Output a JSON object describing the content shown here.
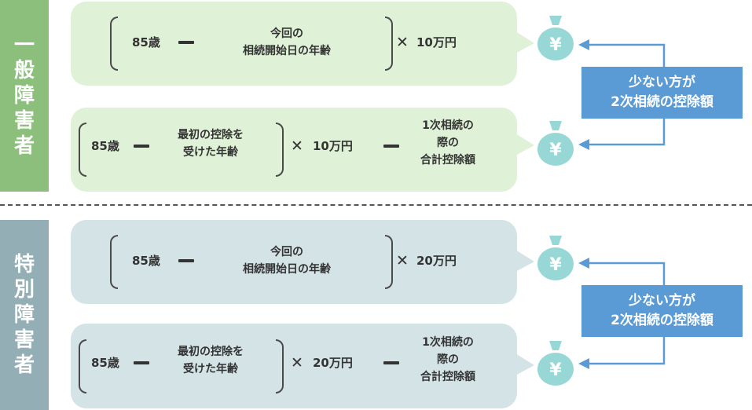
{
  "colors": {
    "general_tab": "#8cbf7c",
    "special_tab": "#93aeb4",
    "general_bubble": "#dff1d6",
    "special_bubble": "#d4e3e6",
    "bag": "#97d8d6",
    "result_box": "#5b9bd5",
    "arrow": "#5b9bd5"
  },
  "sections": [
    {
      "tab_chars": [
        "一",
        "般",
        "障",
        "害",
        "者"
      ],
      "formula_a": {
        "age": "85歳",
        "term_line1": "今回の",
        "term_line2": "相続開始日の年齢",
        "multiplier": "10万円"
      },
      "formula_b": {
        "age": "85歳",
        "term_line1": "最初の控除を",
        "term_line2": "受けた年齢",
        "multiplier": "10万円",
        "sub_line1": "1次相続の",
        "sub_line2": "際の",
        "sub_line3": "合計控除額"
      },
      "result_line1": "少ない方が",
      "result_line2": "2次相続の控除額"
    },
    {
      "tab_chars": [
        "特",
        "別",
        "障",
        "害",
        "者"
      ],
      "formula_a": {
        "age": "85歳",
        "term_line1": "今回の",
        "term_line2": "相続開始日の年齢",
        "multiplier": "20万円"
      },
      "formula_b": {
        "age": "85歳",
        "term_line1": "最初の控除を",
        "term_line2": "受けた年齢",
        "multiplier": "20万円",
        "sub_line1": "1次相続の",
        "sub_line2": "際の",
        "sub_line3": "合計控除額"
      },
      "result_line1": "少ない方が",
      "result_line2": "2次相続の控除額"
    }
  ],
  "symbols": {
    "minus": "−",
    "times": "✕",
    "yen": "¥"
  },
  "icons": {
    "bag": "money-bag-icon"
  }
}
